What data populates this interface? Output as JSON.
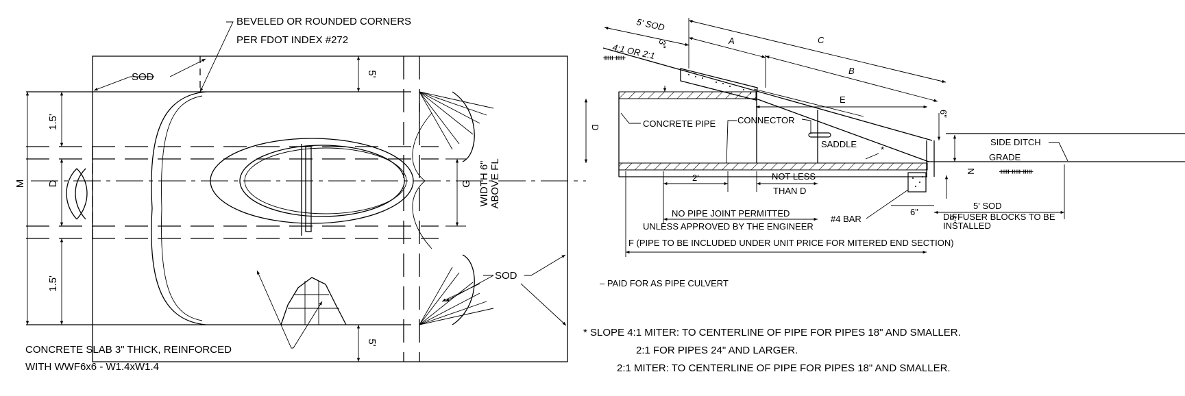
{
  "plan_view": {
    "callout_corners_line1": "BEVELED OR ROUNDED CORNERS",
    "callout_corners_line2": "PER FDOT INDEX #272",
    "sod_top": "SOD",
    "sod_bottom": "SOD",
    "dim_5_top": "5'",
    "dim_5_bottom": "5'",
    "dim_15_top": "1.5'",
    "dim_15_bottom": "1.5'",
    "dim_m": "M",
    "dim_d": "D",
    "dim_g": "G",
    "width_note_line1": "WIDTH 6\"",
    "width_note_line2": "ABOVE FL",
    "slab_note_line1": "CONCRETE SLAB 3\" THICK, REINFORCED",
    "slab_note_line2": "WITH WWF6x6 - W1.4xW1.4"
  },
  "section_view": {
    "sod_5": "5' SOD",
    "slope": "4:1 OR 2:1",
    "dim_3": "3\"",
    "dim_a": "A",
    "dim_b": "B",
    "dim_c": "C",
    "dim_d": "D",
    "dim_e": "E",
    "dim_n": "N",
    "dim_6_left": "6\"",
    "dim_6_right": "6\"",
    "concrete_pipe": "CONCRETE PIPE",
    "connector": "CONNECTOR",
    "saddle": "SADDLE",
    "asterisk": "*",
    "side_ditch": "SIDE DITCH",
    "grade": "GRADE",
    "dim_2": "2'",
    "not_less_line1": "NOT LESS",
    "not_less_line2": "THAN D",
    "bar": "#4 BAR",
    "dim_6_bar": "6\"",
    "sod_5_right": "5' SOD",
    "no_joint_line1": "NO PIPE JOINT PERMITTED",
    "no_joint_line2": "UNLESS APPROVED BY THE ENGINEER",
    "diffuser_line1": "DIFFUSER BLOCKS TO BE",
    "diffuser_line2": "INSTALLED",
    "dim_f": "F (PIPE TO BE INCLUDED UNDER UNIT PRICE FOR MITERED END SECTION)"
  },
  "notes": {
    "paid": "– PAID FOR AS PIPE CULVERT",
    "slope_line1": "* SLOPE  4:1 MITER: TO CENTERLINE OF PIPE FOR PIPES 18\" AND SMALLER.",
    "slope_line2": "2:1 FOR PIPES 24\" AND LARGER.",
    "slope_line3": "2:1 MITER: TO CENTERLINE OF PIPE FOR PIPES 18\" AND SMALLER."
  }
}
